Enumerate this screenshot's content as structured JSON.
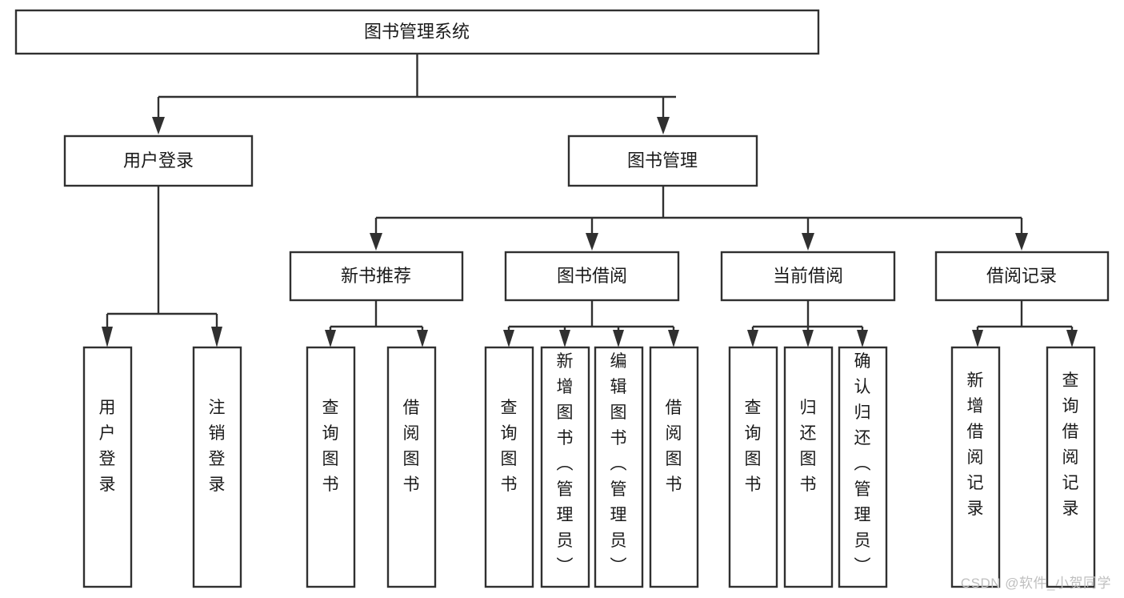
{
  "diagram": {
    "type": "tree-hierarchy",
    "title": "图书管理系统",
    "watermark": "CSDN @软件_小贺同学",
    "colors": {
      "stroke": "#303030",
      "fill": "#ffffff",
      "text": "#1a1a1a",
      "watermark": "#bfbfbf",
      "background": "#ffffff"
    },
    "levels": {
      "root": {
        "label": "图书管理系统"
      },
      "level2": [
        {
          "id": "user-login",
          "label": "用户登录"
        },
        {
          "id": "book-management",
          "label": "图书管理"
        }
      ],
      "level3": [
        {
          "id": "new-book-recommend",
          "label": "新书推荐",
          "parent": "book-management"
        },
        {
          "id": "book-borrow",
          "label": "图书借阅",
          "parent": "book-management"
        },
        {
          "id": "current-borrow",
          "label": "当前借阅",
          "parent": "book-management"
        },
        {
          "id": "borrow-record",
          "label": "借阅记录",
          "parent": "book-management"
        }
      ],
      "leaves": [
        {
          "id": "leaf-user-login",
          "label": "用户登录",
          "parent": "user-login"
        },
        {
          "id": "leaf-user-logout",
          "label": "注销登录",
          "parent": "user-login"
        },
        {
          "id": "leaf-query-book-1",
          "label": "查询图书",
          "parent": "new-book-recommend"
        },
        {
          "id": "leaf-borrow-book-1",
          "label": "借阅图书",
          "parent": "new-book-recommend"
        },
        {
          "id": "leaf-query-book-2",
          "label": "查询图书",
          "parent": "book-borrow"
        },
        {
          "id": "leaf-add-book",
          "label": "新增图书（管理员）",
          "parent": "book-borrow"
        },
        {
          "id": "leaf-edit-book",
          "label": "编辑图书（管理员）",
          "parent": "book-borrow"
        },
        {
          "id": "leaf-borrow-book-2",
          "label": "借阅图书",
          "parent": "book-borrow"
        },
        {
          "id": "leaf-query-book-3",
          "label": "查询图书",
          "parent": "current-borrow"
        },
        {
          "id": "leaf-return-book",
          "label": "归还图书",
          "parent": "current-borrow"
        },
        {
          "id": "leaf-confirm-return",
          "label": "确认归还（管理员）",
          "parent": "current-borrow"
        },
        {
          "id": "leaf-add-record",
          "label": "新增借阅记录",
          "parent": "borrow-record"
        },
        {
          "id": "leaf-query-record",
          "label": "查询借阅记录",
          "parent": "borrow-record"
        }
      ]
    }
  }
}
